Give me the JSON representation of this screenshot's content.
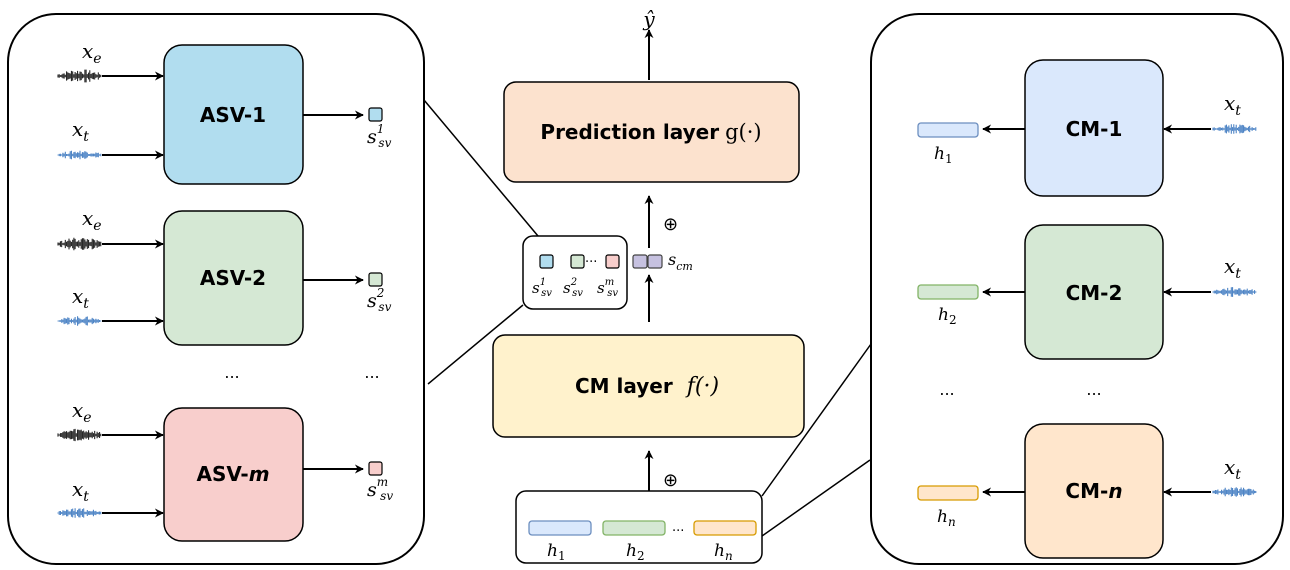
{
  "colors": {
    "asv1": "#b1ddef",
    "asv2": "#d5e8d4",
    "asvm": "#f8cecc",
    "cm1": "#dae8fc",
    "cm2": "#d5e8d4",
    "cmn": "#ffe6cc",
    "pred": "#fce2ce",
    "cmlayer": "#fff2cc",
    "scm": "#c6c1e0",
    "wave_enroll": "#111111",
    "wave_test": "#3c78c0"
  },
  "left_panel": {
    "branches": [
      {
        "id": "asv-1",
        "label": "ASV-1",
        "label_main": "ASV-",
        "label_suffix": "1",
        "enroll_var": "x",
        "enroll_sub": "e",
        "test_var": "x",
        "test_sub": "t",
        "score_var": "s",
        "score_sub": "sv",
        "score_sup": "1"
      },
      {
        "id": "asv-2",
        "label": "ASV-2",
        "label_main": "ASV-",
        "label_suffix": "2",
        "enroll_var": "x",
        "enroll_sub": "e",
        "test_var": "x",
        "test_sub": "t",
        "score_var": "s",
        "score_sub": "sv",
        "score_sup": "2"
      },
      {
        "id": "asv-m",
        "label": "ASV-m",
        "label_main": "ASV-",
        "label_suffix": "m",
        "enroll_var": "x",
        "enroll_sub": "e",
        "test_var": "x",
        "test_sub": "t",
        "score_var": "s",
        "score_sub": "sv",
        "score_sup": "m"
      }
    ],
    "ellipsis_left": "...",
    "ellipsis_right": "..."
  },
  "center": {
    "output_var": "ŷ",
    "prediction_layer": {
      "label": "Prediction layer",
      "func": "g(·)"
    },
    "concat_top": "⊕",
    "concat_bottom": "⊕",
    "asv_scores": [
      {
        "var": "s",
        "sup": "1",
        "sub": "sv"
      },
      {
        "var": "s",
        "sup": "2",
        "sub": "sv"
      },
      {
        "var": "s",
        "sup": "m",
        "sub": "sv"
      }
    ],
    "asv_scores_dots": "···",
    "scm": {
      "var": "s",
      "sub": "cm"
    },
    "cm_layer": {
      "label": "CM layer",
      "func": "f(·)"
    },
    "embeddings": [
      {
        "var": "h",
        "sub": "1"
      },
      {
        "var": "h",
        "sub": "2"
      },
      {
        "var": "h",
        "sub": "n"
      }
    ],
    "embeddings_dots": "..."
  },
  "right_panel": {
    "branches": [
      {
        "id": "cm-1",
        "label": "CM-1",
        "label_main": "CM-",
        "label_suffix": "1",
        "input_var": "x",
        "input_sub": "t",
        "emb_var": "h",
        "emb_sub": "1"
      },
      {
        "id": "cm-2",
        "label": "CM-2",
        "label_main": "CM-",
        "label_suffix": "2",
        "input_var": "x",
        "input_sub": "t",
        "emb_var": "h",
        "emb_sub": "2"
      },
      {
        "id": "cm-n",
        "label": "CM-n",
        "label_main": "CM-",
        "label_suffix": "n",
        "input_var": "x",
        "input_sub": "t",
        "emb_var": "h",
        "emb_sub": "n"
      }
    ],
    "ellipsis_left": "...",
    "ellipsis_right": "..."
  }
}
